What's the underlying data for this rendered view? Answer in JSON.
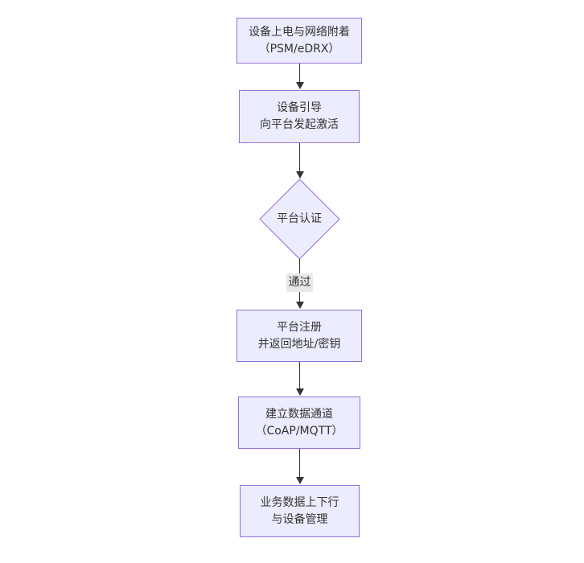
{
  "theme": {
    "node_fill": "#ECECFF",
    "node_border": "#9370DB",
    "text_color": "#333333",
    "arrow_color": "#333333",
    "edge_label_bg": "#e8e8e8",
    "background": "#ffffff"
  },
  "flowchart": {
    "nodes": [
      {
        "id": "power-attach",
        "type": "rect",
        "lines": [
          "设备上电与网络附着",
          "（PSM/eDRX）"
        ]
      },
      {
        "id": "bootstrap",
        "type": "rect",
        "lines": [
          "设备引导",
          "向平台发起激活"
        ]
      },
      {
        "id": "platform-auth",
        "type": "diamond",
        "lines": [
          "平台认证"
        ]
      },
      {
        "id": "register",
        "type": "rect",
        "lines": [
          "平台注册",
          "并返回地址/密钥"
        ]
      },
      {
        "id": "data-channel",
        "type": "rect",
        "lines": [
          "建立数据通道",
          "（CoAP/MQTT）"
        ]
      },
      {
        "id": "business",
        "type": "rect",
        "lines": [
          "业务数据上下行",
          "与设备管理"
        ]
      }
    ],
    "edges": [
      {
        "from": "power-attach",
        "to": "bootstrap",
        "label": ""
      },
      {
        "from": "bootstrap",
        "to": "platform-auth",
        "label": ""
      },
      {
        "from": "platform-auth",
        "to": "register",
        "label": "通过"
      },
      {
        "from": "register",
        "to": "data-channel",
        "label": ""
      },
      {
        "from": "data-channel",
        "to": "business",
        "label": ""
      }
    ]
  }
}
